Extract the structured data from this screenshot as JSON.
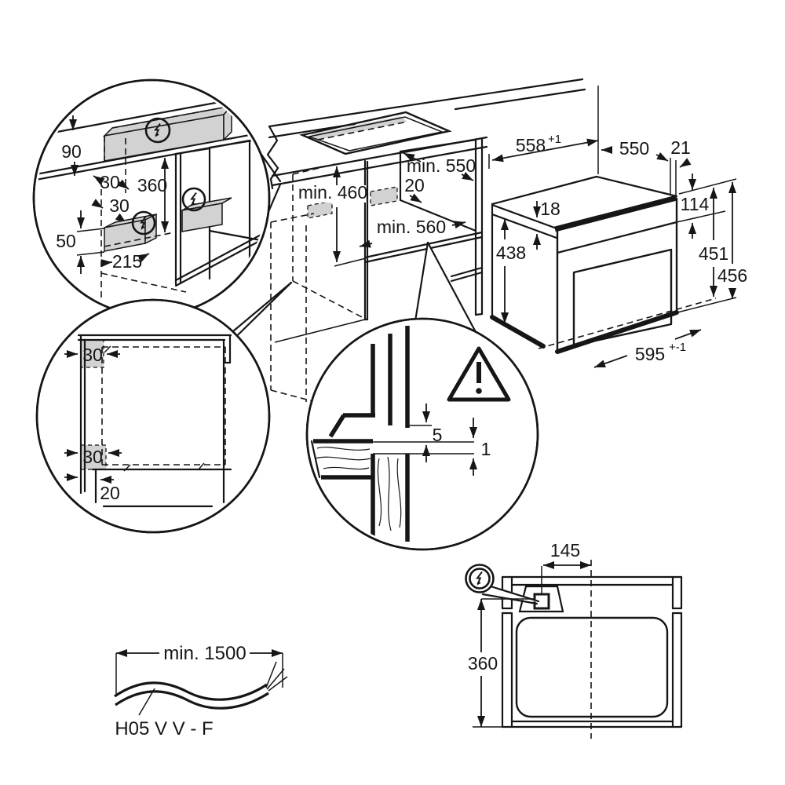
{
  "colors": {
    "line": "#161616",
    "zone_fill": "#d2d2d2",
    "background": "#ffffff"
  },
  "icons": {
    "electrical_connection": "lightning-bolt",
    "warning": "exclamation-triangle"
  },
  "labels": {
    "wall_zones": {
      "height_90": "90",
      "offset_30_top": "30",
      "height_360": "360",
      "offset_30_mid": "30",
      "height_50": "50",
      "width_215": "215"
    },
    "niche": {
      "height_min": "min. 460",
      "depth_min": "min. 550",
      "offset_20": "20",
      "width_min": "min. 560"
    },
    "oven": {
      "niche_width": "558",
      "niche_width_tol": "+1",
      "depth_550": "550",
      "front_21": "21",
      "top_18": "18",
      "panel_114": "114",
      "body_438": "438",
      "height_451": "451",
      "height_456": "456",
      "width_595": "595",
      "width_tol": "+-1"
    },
    "spacers": {
      "top_30": "30",
      "bottom_30": "30",
      "plinth_20": "20"
    },
    "gap_detail": {
      "gap_5": "5",
      "gap_1": "1"
    },
    "top_view": {
      "offset_145": "145",
      "depth_360": "360"
    },
    "cable": {
      "length": "min. 1500",
      "type": "H05 V V - F"
    }
  }
}
